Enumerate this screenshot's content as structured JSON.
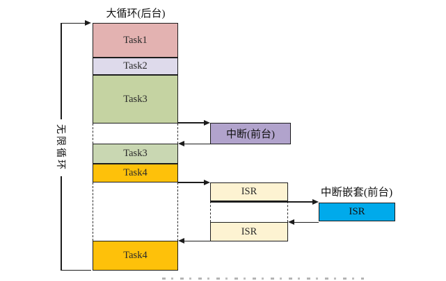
{
  "title": "大循环(后台)",
  "infinite_loop_label": "无限循环",
  "background_tasks": [
    {
      "label": "Task1",
      "color": "#e3b2b1"
    },
    {
      "label": "Task2",
      "color": "#dedaeb"
    },
    {
      "label": "Task3",
      "color": "#c5d3a2"
    },
    {
      "label": "Task3",
      "color": "#c9d7b2"
    },
    {
      "label": "Task4",
      "color": "#fec10a"
    },
    {
      "label": "Task4",
      "color": "#fec10a"
    }
  ],
  "foreground": {
    "interrupt_label": "中断(前台)",
    "interrupt_color": "#b1a3cc",
    "isr_label": "ISR",
    "isr_color": "#fdf3d2",
    "nested_title": "中断嵌套(前台)",
    "nested_isr_label": "ISR",
    "nested_isr_color": "#00aaeb"
  },
  "line_color": "#1c1c1c"
}
